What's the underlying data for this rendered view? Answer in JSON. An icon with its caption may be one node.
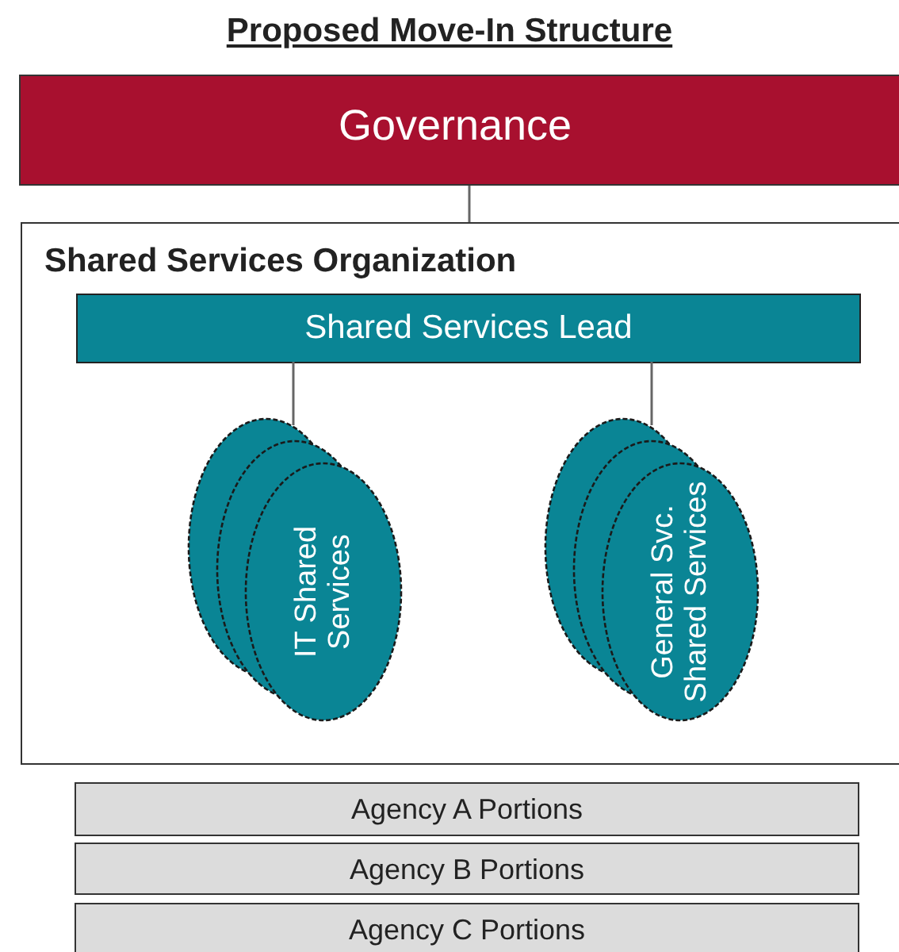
{
  "diagram": {
    "title": "Proposed Move-In Structure",
    "nodes": [
      {
        "text": [
          "Governance"
        ]
      },
      {
        "text": [
          "Shared Services Organization"
        ]
      },
      {
        "text": [
          "Shared Services Lead"
        ],
        "in": 1
      },
      {
        "text": [
          "IT Shared Services"
        ],
        "in": 1
      },
      {
        "text": [
          "General Svc. Shared Services"
        ],
        "in": 1
      },
      {
        "text": [
          "Agency A Portions"
        ]
      },
      {
        "text": [
          "Agency B Portions"
        ]
      },
      {
        "text": [
          "Agency C Portions"
        ]
      }
    ],
    "edges": [
      {
        "from": 0,
        "to": 1,
        "arrow": "none"
      },
      {
        "from": 2,
        "to": 3,
        "arrow": "none"
      },
      {
        "from": 2,
        "to": 4,
        "arrow": "none"
      }
    ]
  }
}
